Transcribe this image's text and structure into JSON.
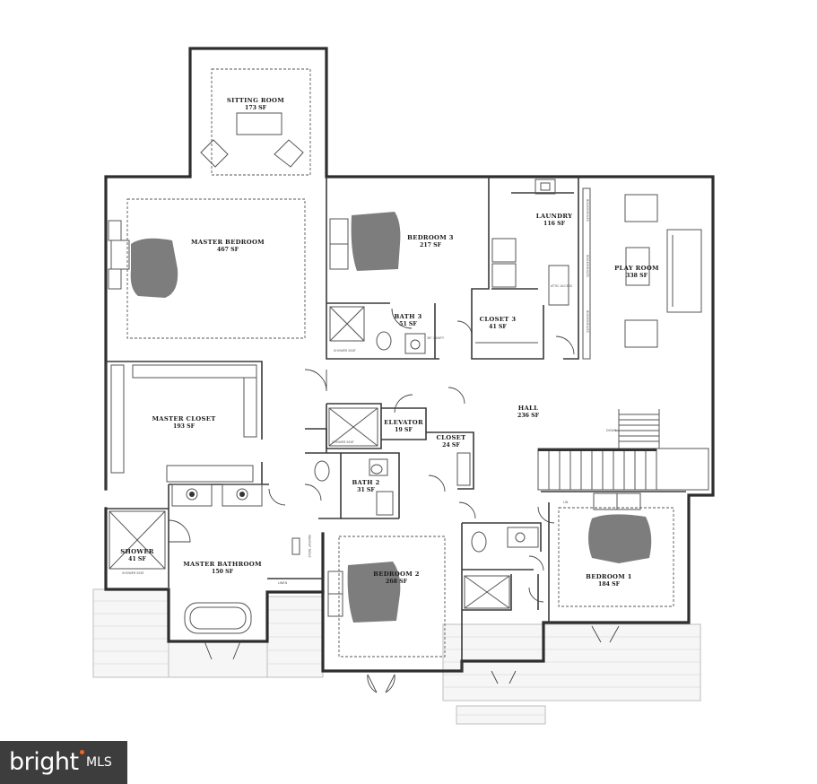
{
  "rooms": {
    "sitting_room": {
      "name": "SITTING ROOM",
      "area": "173 SF"
    },
    "master_bedroom": {
      "name": "MASTER BEDROOM",
      "area": "467 SF"
    },
    "bedroom_3": {
      "name": "BEDROOM 3",
      "area": "217 SF"
    },
    "laundry": {
      "name": "LAUNDRY",
      "area": "116 SF"
    },
    "play_room": {
      "name": "PLAY ROOM",
      "area": "338 SF"
    },
    "bath_3": {
      "name": "BATH 3",
      "area": "51 SF"
    },
    "closet_3": {
      "name": "CLOSET 3",
      "area": "41 SF"
    },
    "master_closet": {
      "name": "MASTER CLOSET",
      "area": "193 SF"
    },
    "hall": {
      "name": "HALL",
      "area": "236 SF"
    },
    "elevator": {
      "name": "ELEVATOR",
      "area": "19 SF"
    },
    "closet": {
      "name": "CLOSET",
      "area": "24 SF"
    },
    "bath_2": {
      "name": "BATH 2",
      "area": "31 SF"
    },
    "shower": {
      "name": "SHOWER",
      "area": "41 SF"
    },
    "master_bathroom": {
      "name": "MASTER BATHROOM",
      "area": "150 SF"
    },
    "bedroom_2": {
      "name": "BEDROOM 2",
      "area": "268 SF"
    },
    "bedroom_1": {
      "name": "BEDROOM 1",
      "area": "184 SF"
    }
  },
  "annotations": {
    "shower_seat_1": "SHOWER SEAT",
    "shower_seat_2": "SHOWER SEAT",
    "shower_seat_3": "SHOWER SEAT",
    "vanity": "36\" VANITY",
    "attic_access": "ATTIC ACCESS",
    "bookshelves_1": "BOOKSHELVES",
    "bookshelves_2": "BOOKSHELVES",
    "bookshelves_3": "BOOKSHELVES",
    "makeup_table": "MAKEUP TABLE",
    "linen": "LINEN",
    "down": "DOWN",
    "lin": "LIN"
  },
  "watermark": {
    "brand": "bright",
    "suffix": "MLS",
    "accent_color": "#f26522",
    "badge_color": "#3d3d3d"
  }
}
